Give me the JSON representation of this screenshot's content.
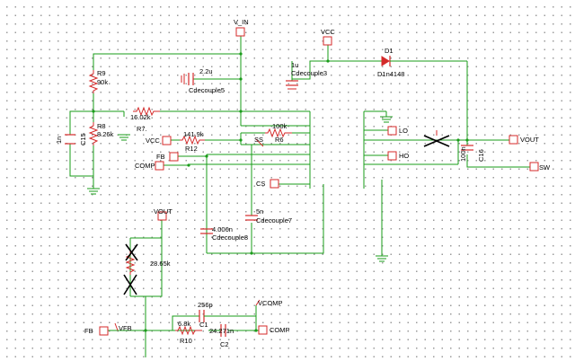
{
  "ports": {
    "v_in": "V_IN",
    "vcc_top": "VCC",
    "vcc_left": "VCC",
    "fb": "FB",
    "comp": "COMP",
    "ss": "SS",
    "cs": "CS",
    "lo": "LO",
    "ho": "HO",
    "vout_right": "VOUT",
    "sw": "SW",
    "vout_lower": "VOUT",
    "fb_lower": "FB",
    "vfb": "VFB",
    "vcomp": "VCOMP",
    "comp_lower": "COMP"
  },
  "components": {
    "r9": {
      "ref": "R9",
      "value": "90k"
    },
    "r8": {
      "ref": "R8",
      "value": "8.26k"
    },
    "r7": {
      "ref": "R7.",
      "value": "16.02k"
    },
    "r12": {
      "ref": "R12",
      "value": "141.9k"
    },
    "r6": {
      "ref": "R6",
      "value": "100k"
    },
    "r10": {
      "ref": "R10",
      "value": "6.8k"
    },
    "r11_value": "28.65k",
    "c15": {
      "ref": "C15",
      "value": "1n"
    },
    "cdec5": {
      "ref": "Cdecouple5",
      "value": "2.2u"
    },
    "cdec3": {
      "ref": "Cdecouple3",
      "value": "1u"
    },
    "cdec7": {
      "ref": "Cdecouple7",
      "value": "5n"
    },
    "cdec8": {
      "ref": "Cdecouple8",
      "value": "4.006n"
    },
    "c16": {
      "ref": "C16",
      "value": "100n"
    },
    "c1": {
      "ref": "C1",
      "value": "256p"
    },
    "c2": {
      "ref": "C2",
      "value": "24.271n"
    },
    "d1": {
      "ref": "D1",
      "value": "D1n4148"
    }
  }
}
